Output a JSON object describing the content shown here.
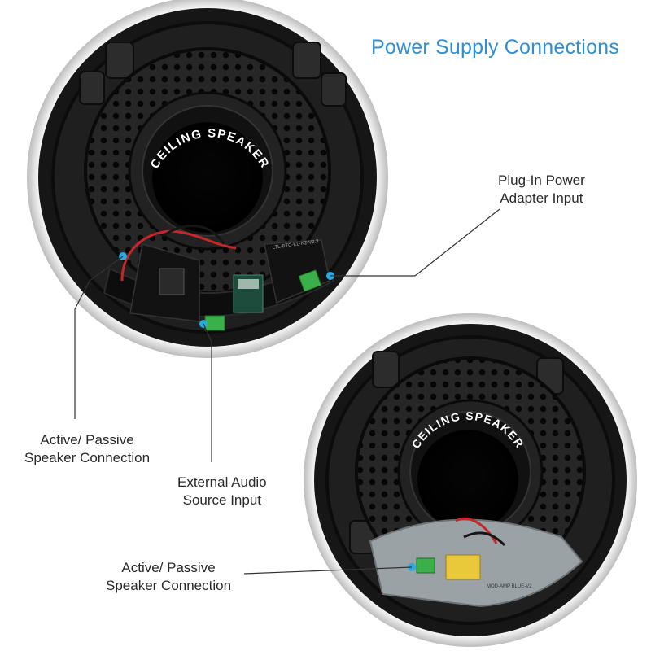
{
  "title": "Power Supply Connections",
  "speaker_top": {
    "ring_text": "CEILING SPEAKER",
    "board_text": "LTL-BTC-KL-N2-V2.3"
  },
  "speaker_bottom": {
    "ring_text": "CEILING SPEAKER",
    "board_text": "MOD-AMP BLUE-V2"
  },
  "labels": {
    "plug_in": {
      "line1": "Plug-In Power",
      "line2": "Adapter Input"
    },
    "active_passive_top": {
      "line1": "Active/ Passive",
      "line2": "Speaker Connection"
    },
    "external_audio": {
      "line1": "External Audio",
      "line2": "Source Input"
    },
    "active_passive_bottom": {
      "line1": "Active/ Passive",
      "line2": "Speaker Connection"
    }
  },
  "colors": {
    "accent": "#2f8fd0",
    "marker": "#2aa8e0",
    "terminal": "#3bb04a",
    "speaker_body": "#1c1c1c",
    "bezel": "#e9e9e9"
  }
}
